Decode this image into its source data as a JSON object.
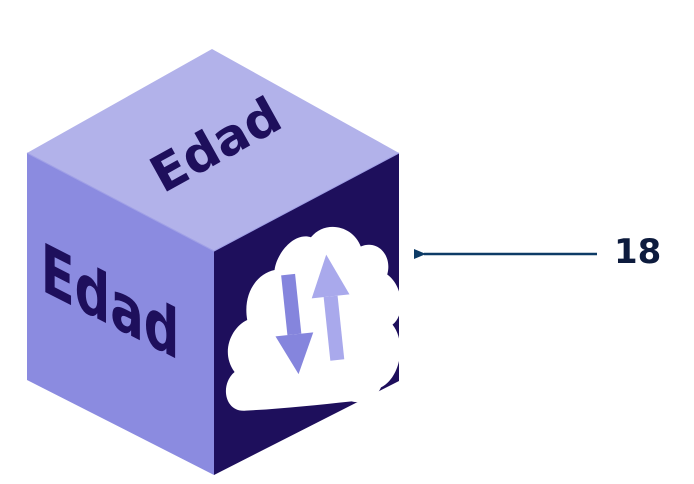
{
  "cube": {
    "top_label": "Edad",
    "left_label": "Edad",
    "right_icon": "cloud-upload-download-icon",
    "colors": {
      "top_face": "#b2b2ea",
      "left_face": "#8b8be0",
      "right_face": "#1e0f5c",
      "label_text": "#1e0f5c",
      "cloud": "#ffffff",
      "arrow_down": "#8585dd",
      "arrow_up": "#a9a9ec"
    }
  },
  "callout": {
    "number": "18",
    "arrow_color": "#0d3b66",
    "number_color": "#0d1b3d"
  }
}
